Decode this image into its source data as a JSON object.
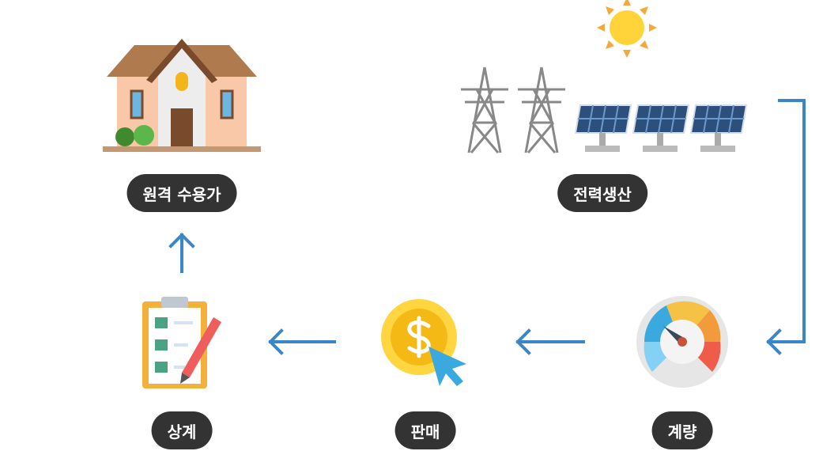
{
  "nodes": {
    "remote_consumer": {
      "label": "원격 수용가",
      "icon": "house-icon"
    },
    "power_generation": {
      "label": "전력생산",
      "icon": "solar-panel-icon"
    },
    "metering": {
      "label": "계량",
      "icon": "gauge-icon"
    },
    "sale": {
      "label": "판매",
      "icon": "coin-icon"
    },
    "offset": {
      "label": "상계",
      "icon": "clipboard-icon"
    }
  },
  "colors": {
    "arrow": "#3b86c8",
    "pill": "#333333"
  }
}
